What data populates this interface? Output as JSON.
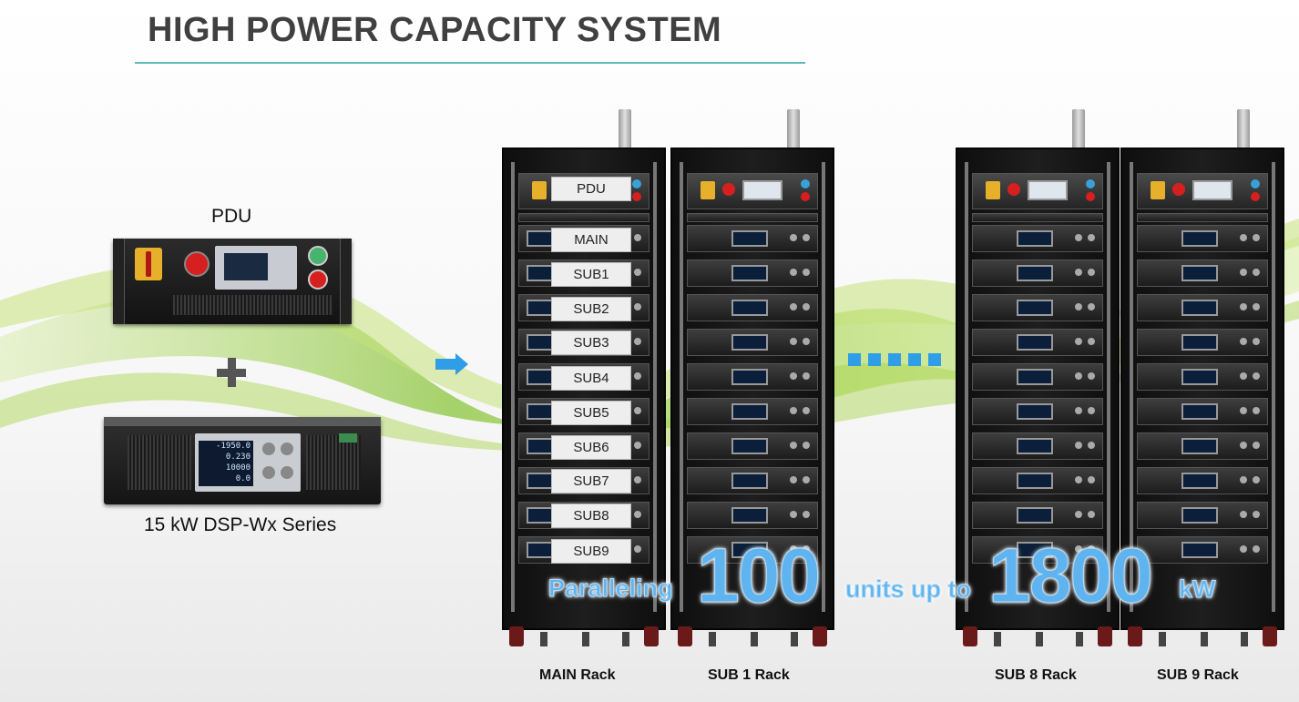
{
  "title": "HIGH POWER CAPACITY SYSTEM",
  "left": {
    "pdu_label": "PDU",
    "plus_icon": "plus-icon",
    "dsp_label": "15 kW DSP-Wx Series",
    "dsp_screen": [
      "-1950.0",
      "0.230",
      "10000",
      "0.0"
    ]
  },
  "racks": [
    {
      "name": "MAIN Rack",
      "labels": [
        "PDU",
        "MAIN",
        "SUB1",
        "SUB2",
        "SUB3",
        "SUB4",
        "SUB5",
        "SUB6",
        "SUB7",
        "SUB8",
        "SUB9"
      ]
    },
    {
      "name": "SUB 1 Rack"
    },
    {
      "name": "SUB 8 Rack"
    },
    {
      "name": "SUB 9 Rack"
    }
  ],
  "overlay": {
    "paralleling": "Paralleling",
    "units_count": "100",
    "units_up_to": "units up to",
    "power": "1800",
    "unit": "kW"
  },
  "colors": {
    "accent_rule": "#5fb9b6",
    "overlay_blue": "#5fb4f0",
    "arrow_blue": "#2f9ee6",
    "wave_green": "#9ccc3a"
  }
}
